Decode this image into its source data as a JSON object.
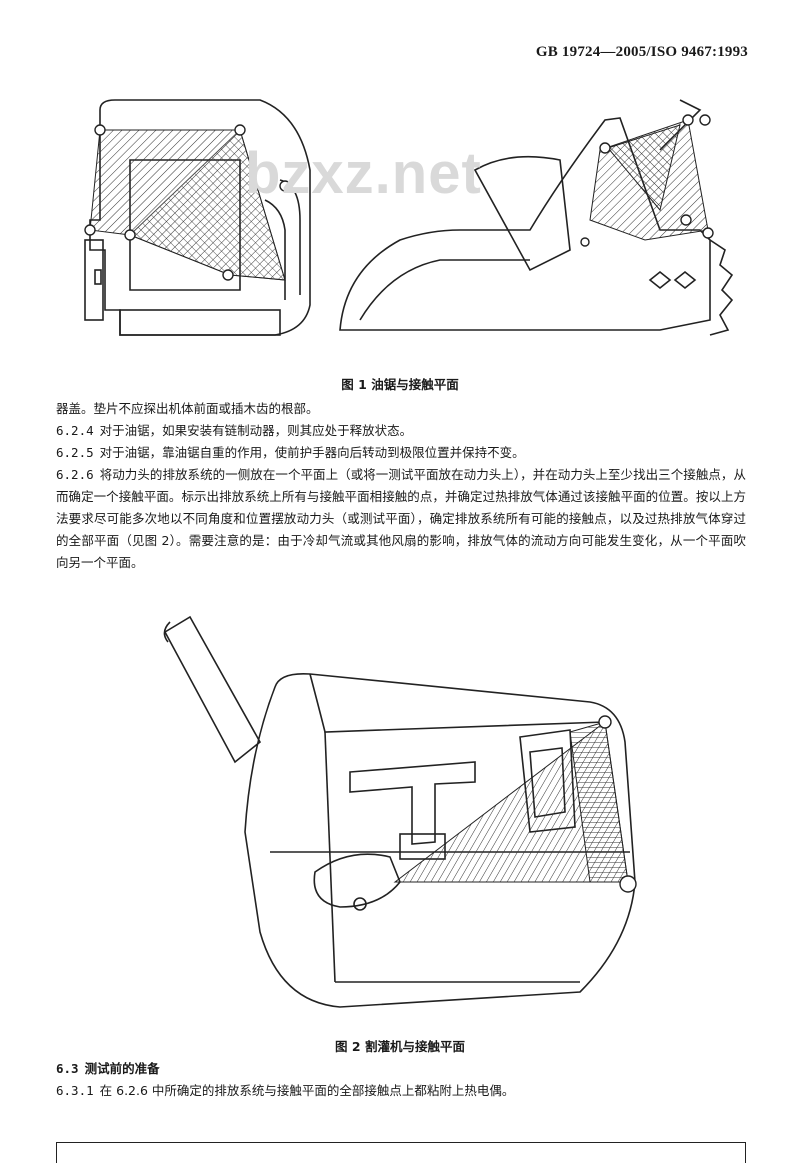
{
  "header": {
    "standard": "GB 19724—2005/ISO 9467:1993"
  },
  "watermark": "bzxz.net",
  "figure1": {
    "caption": "图 1  油锯与接触平面"
  },
  "text_block_1": {
    "continuation": "器盖。垫片不应探出机体前面或插木齿的根部。",
    "items": [
      {
        "num": "6.2.4",
        "text": "对于油锯，如果安装有链制动器，则其应处于释放状态。"
      },
      {
        "num": "6.2.5",
        "text": "对于油锯，靠油锯自重的作用，使前护手器向后转动到极限位置并保持不变。"
      },
      {
        "num": "6.2.6",
        "text": "将动力头的排放系统的一侧放在一个平面上（或将一测试平面放在动力头上），并在动力头上至少找出三个接触点，从而确定一个接触平面。标示出排放系统上所有与接触平面相接触的点，并确定过热排放气体通过该接触平面的位置。按以上方法要求尽可能多次地以不同角度和位置摆放动力头（或测试平面），确定排放系统所有可能的接触点，以及过热排放气体穿过的全部平面（见图 2）。需要注意的是：由于冷却气流或其他风扇的影响，排放气体的流动方向可能发生变化，从一个平面吹向另一个平面。"
      }
    ]
  },
  "figure2": {
    "caption": "图 2  割灌机与接触平面"
  },
  "text_block_2": {
    "section": {
      "num": "6.3",
      "title": "测试前的准备"
    },
    "items": [
      {
        "num": "6.3.1",
        "text": "在 6.2.6 中所确定的排放系统与接触平面的全部接触点上都粘附上热电偶。"
      }
    ]
  }
}
